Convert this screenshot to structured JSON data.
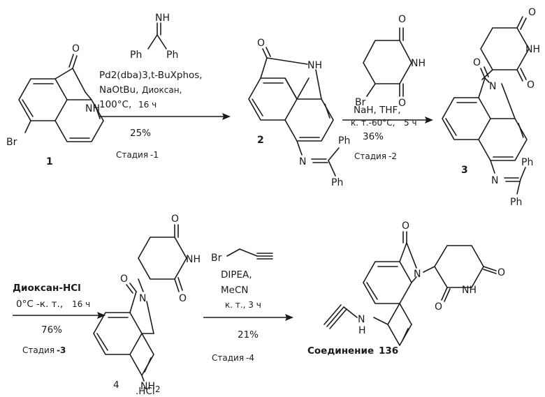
{
  "compounds": {
    "c1": "1",
    "c2": "2",
    "c3": "3",
    "c4": "4",
    "c4_salt": ".HCl",
    "final": "Соединение",
    "final_num": "136"
  },
  "atoms": {
    "O": "O",
    "NH": "NH",
    "N": "N",
    "Br": "Br",
    "Ph": "Ph",
    "NH2": "NH",
    "NH2_sub": "2",
    "H": "H"
  },
  "step1": {
    "reagent1": "Pd2(dba)3,t-BuXphos,",
    "reagent2": "NaOtBu,",
    "reagent2b": "Диоксан,",
    "reagent3": "100°C,",
    "reagent3b": "16 ч",
    "yield": "25%",
    "stage": "Стадия",
    "stage_num": "-1"
  },
  "step2": {
    "reagent1": "NaH, THF,",
    "reagent2": "к. т.-60°C,",
    "reagent2b": "5 ч",
    "yield": "36%",
    "stage": "Стадия",
    "stage_num": "-2"
  },
  "step3": {
    "reagent1": "Диоксан-HCl",
    "reagent2": "0°C -к. т.,",
    "reagent2b": "16 ч",
    "yield": "76%",
    "stage": "Стадия",
    "stage_num": "-3"
  },
  "step4": {
    "reagent1": "DIPEA,",
    "reagent2": "MeCN",
    "reagent3": "к. т., 3 ч",
    "yield": "21%",
    "stage": "Стадия",
    "stage_num": "-4"
  }
}
